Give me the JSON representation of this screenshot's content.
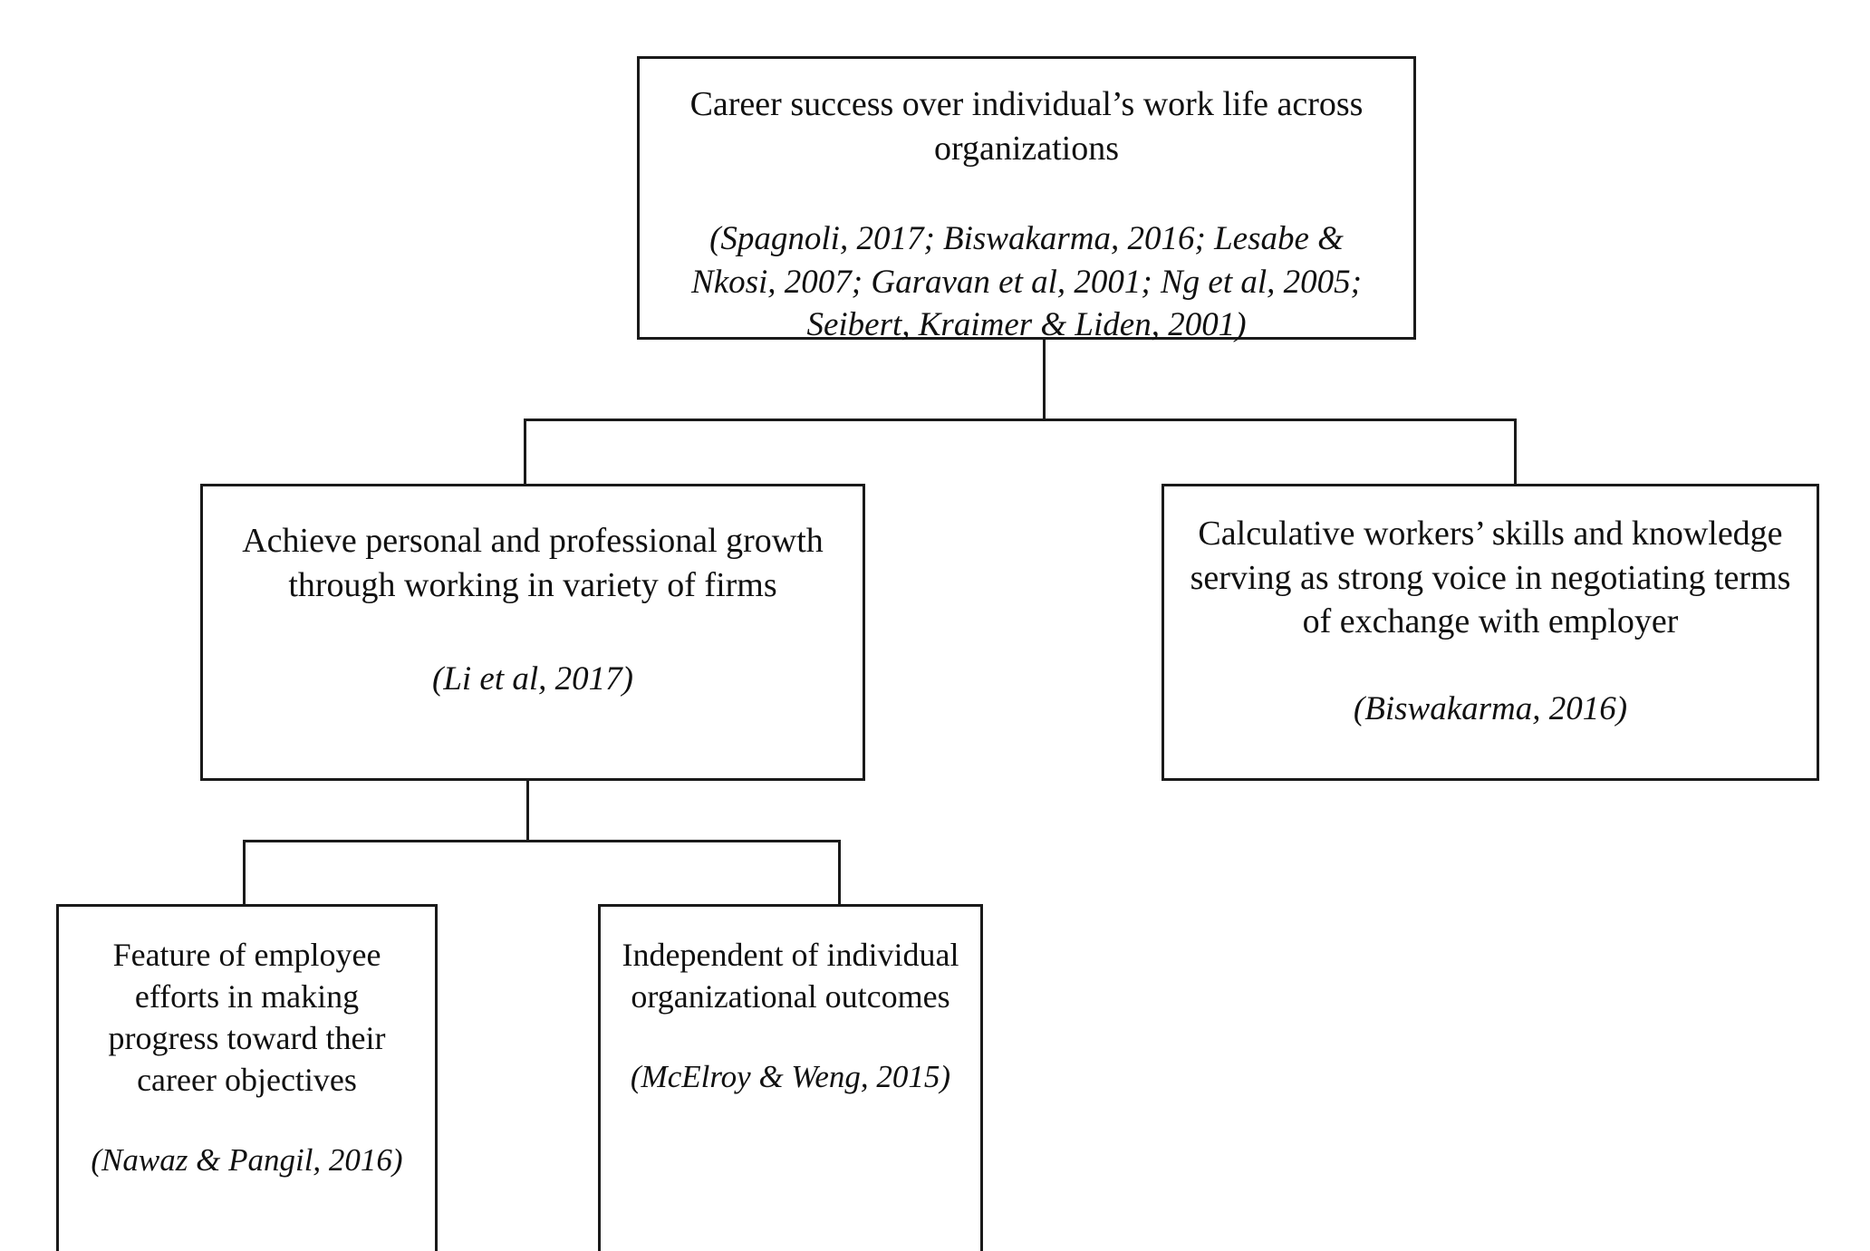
{
  "diagram": {
    "title": "Career success over individual's work life across organizations hierarchy",
    "type": "hierarchy-tree",
    "colors": {
      "background": "#ffffff",
      "border": "#1a1a1a",
      "text": "#111111"
    },
    "nodes": {
      "root": {
        "text": "Career success over individual’s work life across organizations",
        "citation": "(Spagnoli, 2017; Biswakarma, 2016; Lesabe & Nkosi, 2007; Garavan et al, 2001; Ng et al, 2005; Seibert, Kraimer & Liden, 2001)"
      },
      "growth": {
        "text": "Achieve personal and professional growth through working in variety of firms",
        "citation": "(Li et al, 2017)"
      },
      "calculative": {
        "text": "Calculative workers’ skills and knowledge serving as strong voice in negotiating terms of exchange with employer",
        "citation": "(Biswakarma, 2016)"
      },
      "effort": {
        "text": "Feature of employee efforts in making progress toward their career objectives",
        "citation": "(Nawaz & Pangil, 2016)"
      },
      "independent": {
        "text": "Independent of individual organizational outcomes",
        "citation": "(McElroy & Weng, 2015)"
      }
    }
  }
}
